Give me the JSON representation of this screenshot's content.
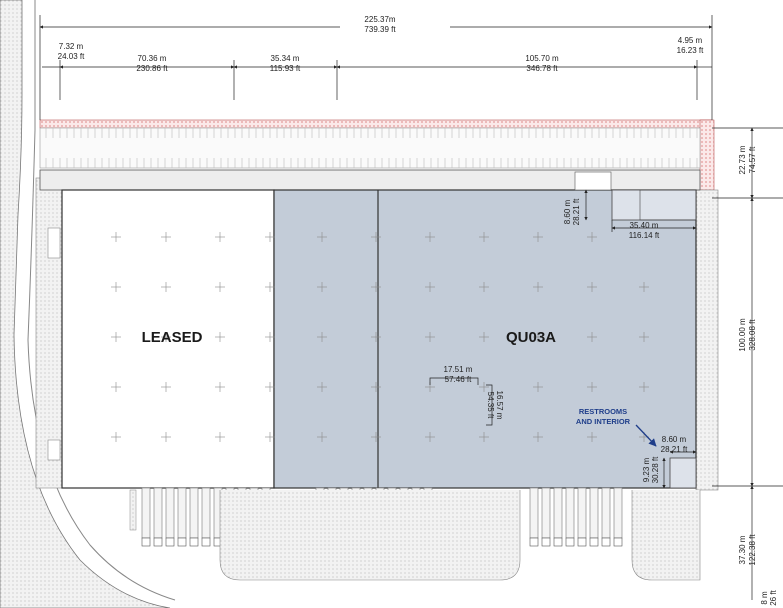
{
  "top_dimensions": {
    "overall": {
      "m": "225.37m",
      "ft": "739.39 ft"
    },
    "seg1": {
      "m": "7.32 m",
      "ft": "24.03 ft"
    },
    "seg2": {
      "m": "70.36 m",
      "ft": "230.86 ft"
    },
    "seg3": {
      "m": "35.34 m",
      "ft": "115.93 ft"
    },
    "seg4": {
      "m": "105.70 m",
      "ft": "346.78 ft"
    },
    "seg5": {
      "m": "4.95 m",
      "ft": "16.23 ft"
    }
  },
  "right_dimensions": {
    "r1": {
      "m": "22.73 m",
      "ft": "74.57 ft"
    },
    "r2": {
      "m": "100.00 m",
      "ft": "328.08 ft"
    },
    "r3": {
      "m": "37.30 m",
      "ft": "122.38 ft"
    },
    "r4": {
      "m": "8 m",
      "ft": "26 ft"
    }
  },
  "interior_dimensions": {
    "office_height": {
      "m": "8.60 m",
      "ft": "28.21 ft"
    },
    "office_width": {
      "m": "35.40 m",
      "ft": "116.14 ft"
    },
    "bay_width": {
      "m": "17.51 m",
      "ft": "57.46 ft"
    },
    "bay_depth": {
      "m": "16.57 m",
      "ft": "54.35 ft"
    },
    "restroom_width": {
      "m": "8.60 m",
      "ft": "28.21 ft"
    },
    "restroom_height": {
      "m": "9.23 m",
      "ft": "30.28 ft"
    }
  },
  "zones": {
    "leased": "LEASED",
    "unit": "QU03A"
  },
  "notes": {
    "restrooms_line1": "RESTROOMS",
    "restrooms_line2": "AND INTERIOR"
  },
  "colors": {
    "unit_fill": "#c3ccd8",
    "leased_fill": "#ffffff",
    "note_color": "#1f3e8a",
    "outline": "#333333",
    "hatch": "#cc4444"
  }
}
